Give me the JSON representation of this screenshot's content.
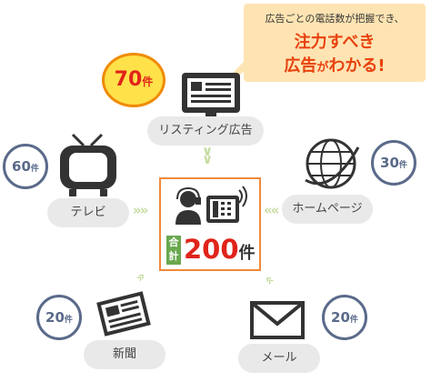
{
  "callout": {
    "line1": "広告ごとの電話数が把握でき、",
    "line2": "注力すべき",
    "line3_a": "広告",
    "line3_b": "が",
    "line3_c": "わかる!"
  },
  "center": {
    "label_top": "合",
    "label_bottom": "計",
    "total": "200",
    "unit": "件"
  },
  "nodes": {
    "listing": {
      "label": "リスティング広告",
      "count": "70",
      "unit": "件"
    },
    "tv": {
      "label": "テレビ",
      "count": "60",
      "unit": "件"
    },
    "homepage": {
      "label": "ホームページ",
      "count": "30",
      "unit": "件"
    },
    "newspaper": {
      "label": "新聞",
      "count": "20",
      "unit": "件"
    },
    "mail": {
      "label": "メール",
      "count": "20",
      "unit": "件"
    }
  },
  "colors": {
    "accent_orange": "#f0893a",
    "count_border": "#5a6a8a",
    "green_total": "#6aa84f",
    "red_total": "#e0241a"
  },
  "icons": [
    "monitor-icon",
    "tv-icon",
    "globe-icon",
    "newspaper-icon",
    "mail-icon",
    "operator-icon",
    "phone-icon"
  ]
}
